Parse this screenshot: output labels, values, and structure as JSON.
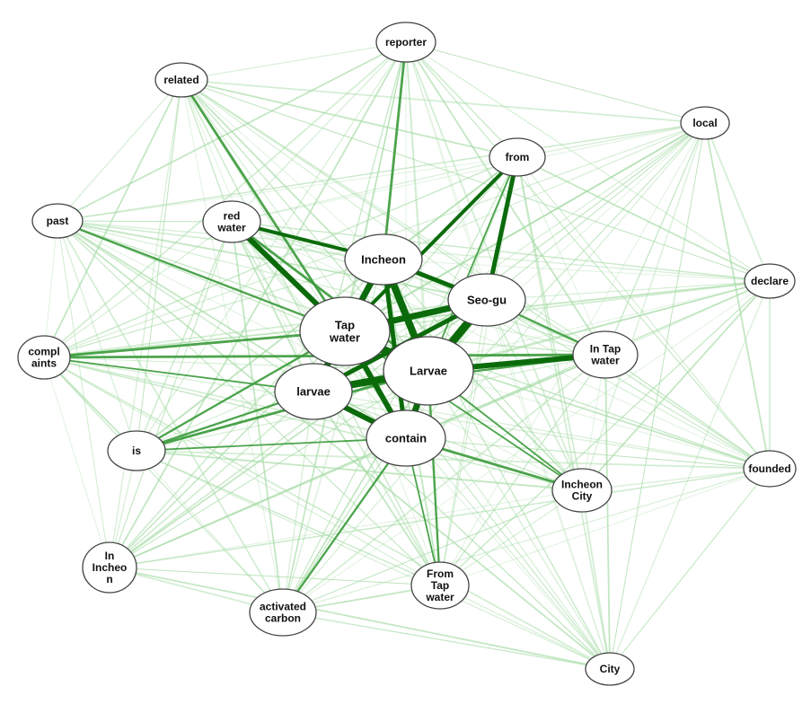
{
  "diagram": {
    "type": "word-cooccurrence-network",
    "colors": {
      "background": "#ffffff",
      "edge_strong": "#0b6b0b",
      "edge_medium": "#3a9a3a",
      "edge_weak": "#a6dba6",
      "node_fill": "#ffffff",
      "node_stroke": "#444444",
      "label": "#111111"
    },
    "nodes": [
      {
        "id": "reporter",
        "lines": [
          "reporter"
        ]
      },
      {
        "id": "related",
        "lines": [
          "related"
        ]
      },
      {
        "id": "local",
        "lines": [
          "local"
        ]
      },
      {
        "id": "from",
        "lines": [
          "from"
        ]
      },
      {
        "id": "past",
        "lines": [
          "past"
        ]
      },
      {
        "id": "red_water",
        "lines": [
          "red",
          "water"
        ]
      },
      {
        "id": "incheon",
        "lines": [
          "Incheon"
        ]
      },
      {
        "id": "seo_gu",
        "lines": [
          "Seo-gu"
        ]
      },
      {
        "id": "declare",
        "lines": [
          "declare"
        ]
      },
      {
        "id": "tap_water",
        "lines": [
          "Tap",
          "water"
        ]
      },
      {
        "id": "complaints",
        "lines": [
          "compl",
          "aints"
        ]
      },
      {
        "id": "in_tap_water",
        "lines": [
          "In Tap",
          "water"
        ]
      },
      {
        "id": "larvae_cap",
        "lines": [
          "Larvae"
        ]
      },
      {
        "id": "larvae",
        "lines": [
          "larvae"
        ]
      },
      {
        "id": "contain",
        "lines": [
          "contain"
        ]
      },
      {
        "id": "is",
        "lines": [
          "is"
        ]
      },
      {
        "id": "founded",
        "lines": [
          "founded"
        ]
      },
      {
        "id": "incheon_city",
        "lines": [
          "Incheon",
          "City"
        ]
      },
      {
        "id": "in_incheon",
        "lines": [
          "In",
          "Incheo",
          "n"
        ]
      },
      {
        "id": "from_tap_water",
        "lines": [
          "From",
          "Tap",
          "water"
        ]
      },
      {
        "id": "activated_carbon",
        "lines": [
          "activated",
          "carbon"
        ]
      },
      {
        "id": "city",
        "lines": [
          "City"
        ]
      }
    ],
    "strong_edges": [
      [
        "larvae_cap",
        "tap_water"
      ],
      [
        "larvae_cap",
        "incheon"
      ],
      [
        "larvae_cap",
        "seo_gu"
      ],
      [
        "larvae_cap",
        "larvae"
      ],
      [
        "larvae_cap",
        "contain"
      ],
      [
        "larvae_cap",
        "in_tap_water"
      ],
      [
        "tap_water",
        "incheon"
      ],
      [
        "tap_water",
        "seo_gu"
      ],
      [
        "tap_water",
        "larvae"
      ],
      [
        "tap_water",
        "contain"
      ],
      [
        "tap_water",
        "red_water"
      ],
      [
        "larvae",
        "incheon"
      ],
      [
        "larvae",
        "contain"
      ],
      [
        "larvae",
        "seo_gu"
      ],
      [
        "incheon",
        "seo_gu"
      ],
      [
        "incheon",
        "contain"
      ],
      [
        "seo_gu",
        "from"
      ],
      [
        "red_water",
        "incheon"
      ],
      [
        "tap_water",
        "from"
      ]
    ],
    "medium_edges": [
      [
        "larvae_cap",
        "incheon_city"
      ],
      [
        "tap_water",
        "past"
      ],
      [
        "tap_water",
        "complaints"
      ],
      [
        "larvae",
        "complaints"
      ],
      [
        "larvae",
        "is"
      ],
      [
        "contain",
        "incheon_city"
      ],
      [
        "contain",
        "from_tap_water"
      ],
      [
        "contain",
        "activated_carbon"
      ],
      [
        "tap_water",
        "related"
      ],
      [
        "larvae_cap",
        "from"
      ],
      [
        "seo_gu",
        "in_tap_water"
      ],
      [
        "incheon",
        "reporter"
      ],
      [
        "tap_water",
        "incheon_city"
      ],
      [
        "larvae",
        "in_tap_water"
      ],
      [
        "larvae_cap",
        "is"
      ],
      [
        "contain",
        "is"
      ],
      [
        "larvae_cap",
        "from_tap_water"
      ],
      [
        "red_water",
        "larvae_cap"
      ],
      [
        "seo_gu",
        "larvae"
      ],
      [
        "tap_water",
        "is"
      ],
      [
        "complaints",
        "in_tap_water"
      ]
    ]
  }
}
